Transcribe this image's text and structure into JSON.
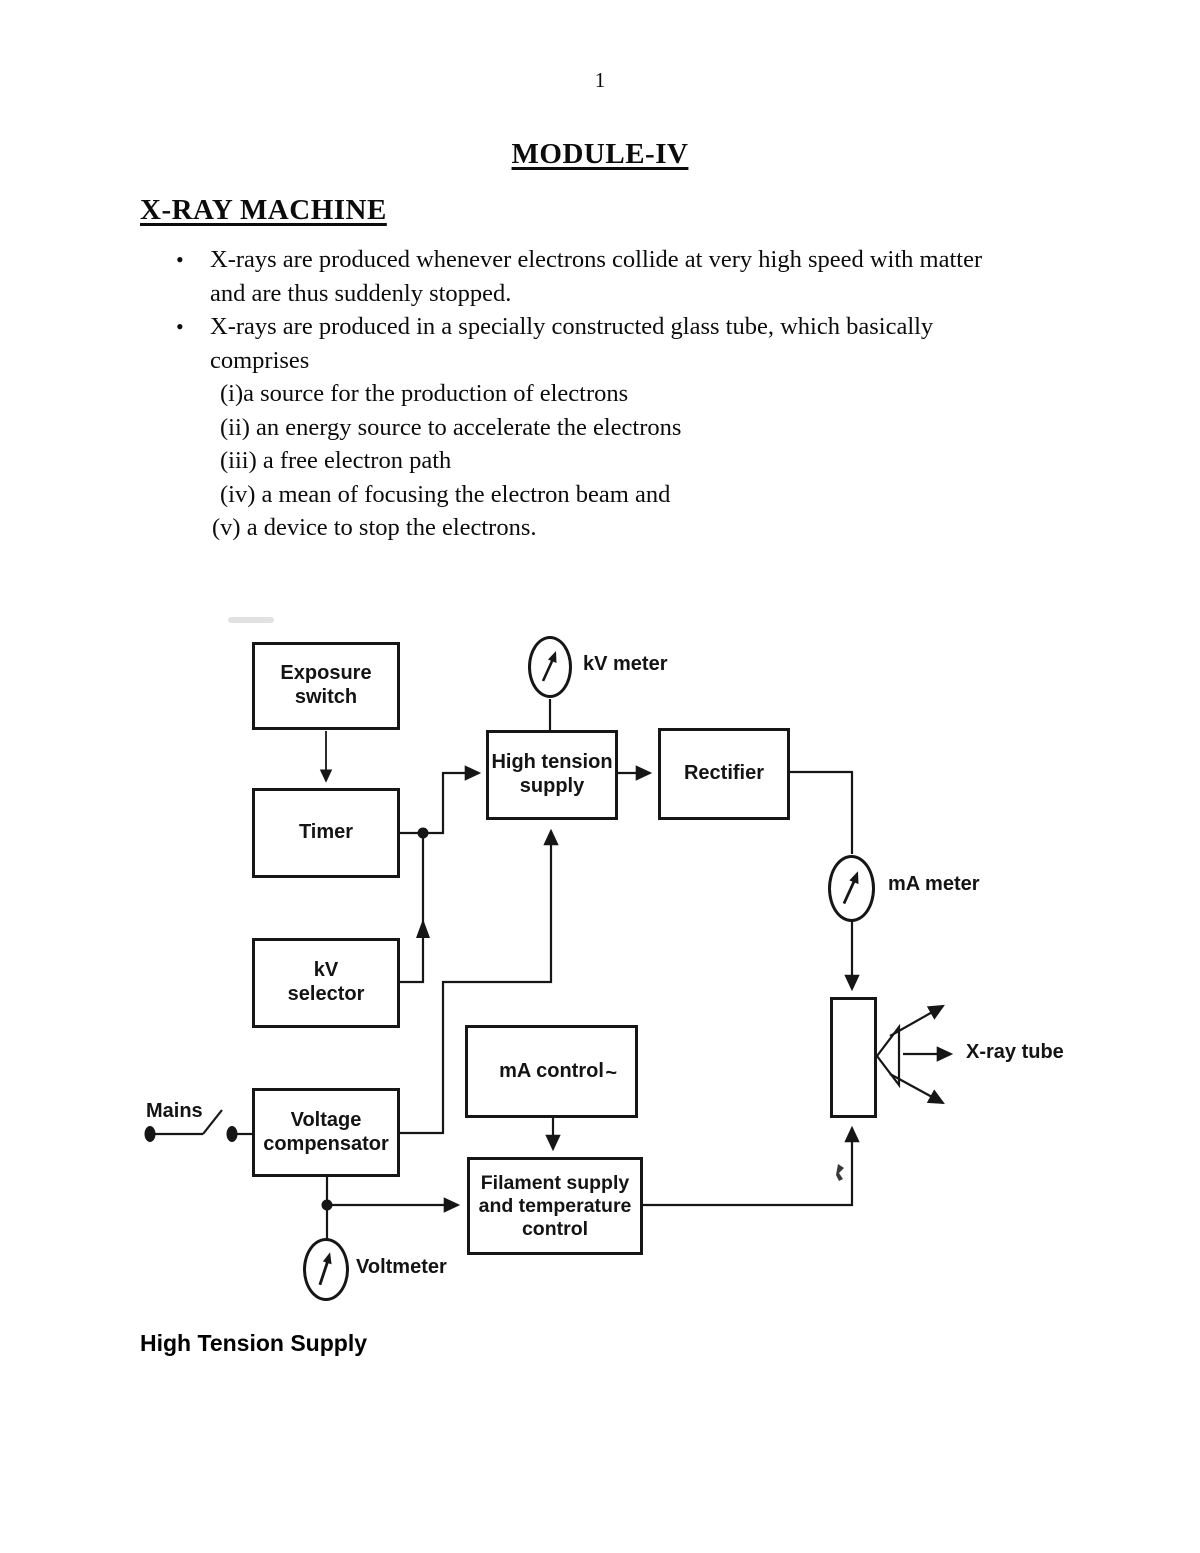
{
  "page": {
    "number": "1",
    "title": "MODULE-IV",
    "heading": "X-RAY MACHINE",
    "footer_heading": "High Tension Supply"
  },
  "bullets": [
    {
      "text": "X-rays are produced whenever electrons collide at very high speed with matter and are thus suddenly stopped."
    },
    {
      "text": "X-rays are produced in a specially constructed glass tube, which basically comprises",
      "sub": [
        "(i)a source for the production of electrons",
        "(ii) an energy source to accelerate the electrons",
        "(iii) a free electron path",
        "(iv) a mean of focusing the electron beam and",
        "(v) a device to stop the electrons."
      ]
    }
  ],
  "diagram": {
    "boxes": {
      "exposure_switch": "Exposure\nswitch",
      "timer": "Timer",
      "kv_selector": "kV\nselector",
      "voltage_compensator": "Voltage\ncompensator",
      "high_tension_supply": "High tension\nsupply",
      "rectifier": "Rectifier",
      "ma_control": "mA control",
      "filament_supply": "Filament supply\nand temperature\ncontrol"
    },
    "labels": {
      "mains": "Mains",
      "kv_meter": "kV meter",
      "ma_meter": "mA meter",
      "voltmeter": "Voltmeter",
      "xray_tube": "X-ray tube",
      "ma_control_mark": "~"
    }
  }
}
